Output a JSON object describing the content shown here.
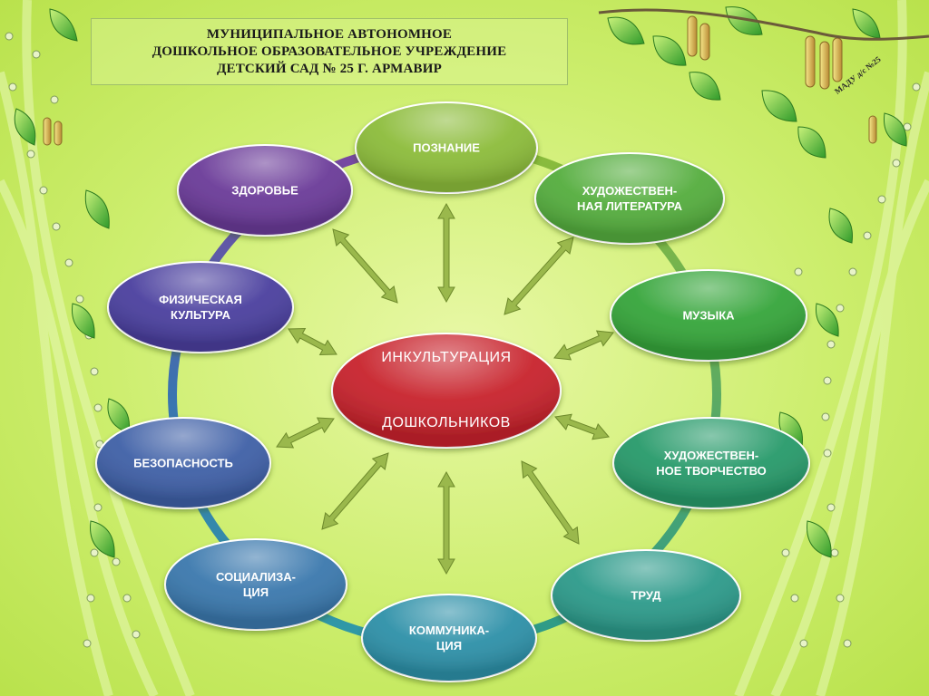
{
  "header": {
    "line1": "МУНИЦИПАЛЬНОЕ АВТОНОМНОЕ",
    "line2": "ДОШКОЛЬНОЕ ОБРАЗОВАТЕЛЬНОЕ УЧРЕЖДЕНИЕ",
    "line3": "ДЕТСКИЙ САД № 25 Г. АРМАВИР"
  },
  "corner_label": "МАДУ д/с №25",
  "center": {
    "line1": "ИНКУЛЬТУРАЦИЯ",
    "line2": "ДОШКОЛЬНИКОВ"
  },
  "nodes": [
    {
      "id": "poznanie",
      "label": "ПОЗНАНИЕ"
    },
    {
      "id": "hud-literatura",
      "label": "ХУДОЖЕСТВЕН-\nНАЯ ЛИТЕРАТУРА"
    },
    {
      "id": "muzyka",
      "label": "МУЗЫКА"
    },
    {
      "id": "hud-tvorchestvo",
      "label": "ХУДОЖЕСТВЕН-\nНОЕ ТВОРЧЕСТВО"
    },
    {
      "id": "trud",
      "label": "ТРУД"
    },
    {
      "id": "kommunikaciya",
      "label": "КОММУНИКА-\nЦИЯ"
    },
    {
      "id": "socializaciya",
      "label": "СОЦИАЛИЗА-\nЦИЯ"
    },
    {
      "id": "bezopasnost",
      "label": "БЕЗОПАСНОСТЬ"
    },
    {
      "id": "fiz-kultura",
      "label": "ФИЗИЧЕСКАЯ\nКУЛЬТУРА"
    },
    {
      "id": "zdorovie",
      "label": "ЗДОРОВЬЕ"
    }
  ],
  "colors": {
    "background": "#cdee6e",
    "center": "#c8232c",
    "poznanie": "#8cbc3a",
    "hud_literatura": "#54ad3d",
    "muzyka": "#35a53a",
    "hud_tvorchestvo": "#279a6a",
    "trud": "#2c9a8a",
    "kommunikaciya": "#2d90a8",
    "socializaciya": "#3a78ad",
    "bezopasnost": "#3e5fa6",
    "fiz_kultura": "#4a3f9e",
    "zdorovie": "#6a3a98",
    "arrow": "#9ab84c"
  }
}
